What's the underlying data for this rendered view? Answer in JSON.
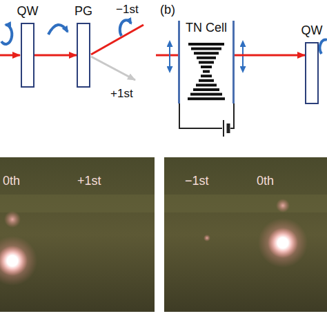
{
  "diagram": {
    "nodes": [
      {
        "text": [
          "QW"
        ]
      },
      {
        "text": [
          "PG"
        ]
      },
      {
        "text": [
          "TN Cell"
        ]
      },
      {
        "text": [
          "QW"
        ]
      }
    ],
    "edges": [
      {
        "from": 0,
        "to": 1,
        "arrow": "to"
      },
      {
        "from": 2,
        "to": 3,
        "arrow": "to"
      }
    ],
    "labels": [
      "−1st",
      "+1st",
      "(b)",
      "0th",
      "+1st",
      "−1st",
      "0th"
    ]
  }
}
